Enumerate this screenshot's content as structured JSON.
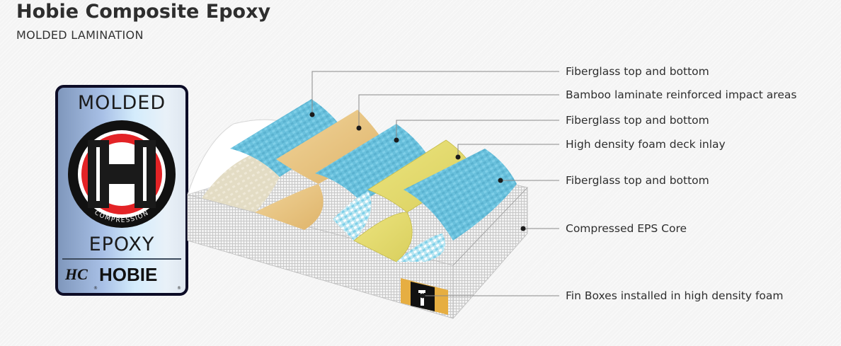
{
  "header": {
    "title": "Hobie Composite Epoxy",
    "subtitle": "MOLDED LAMINATION"
  },
  "badge": {
    "top_text": "MOLDED",
    "ring_text": "COMPRESSION",
    "monogram": "H",
    "bottom_text": "EPOXY",
    "brand": "HOBIE",
    "brand_mark": "HC",
    "registered": "®",
    "colors": {
      "frame": "#0c0c26",
      "ring": "#e32326",
      "monogram": "#1a1a1a"
    }
  },
  "layers": [
    {
      "id": "fiberglass-top-1",
      "label": "Fiberglass top and bottom",
      "color": "#69c0dc"
    },
    {
      "id": "bamboo-laminate",
      "label": "Bamboo laminate reinforced impact areas",
      "color": "#e8c27e"
    },
    {
      "id": "fiberglass-top-2",
      "label": "Fiberglass top and bottom",
      "color": "#69c0dc"
    },
    {
      "id": "foam-deck-inlay",
      "label": "High density foam deck inlay",
      "color": "#e2da74"
    },
    {
      "id": "fiberglass-top-3",
      "label": "Fiberglass top and bottom",
      "color": "#69c0dc"
    },
    {
      "id": "eps-core",
      "label": "Compressed EPS Core",
      "color": "#d8d8d8"
    },
    {
      "id": "fin-boxes",
      "label": "Fin Boxes installed in high density foam",
      "color": "#e6ae42"
    }
  ],
  "colors": {
    "background": "#f4f4f4",
    "leader_line": "#8a8a8a",
    "leader_dot": "#1a1a1a",
    "text": "#2e2e2e"
  }
}
